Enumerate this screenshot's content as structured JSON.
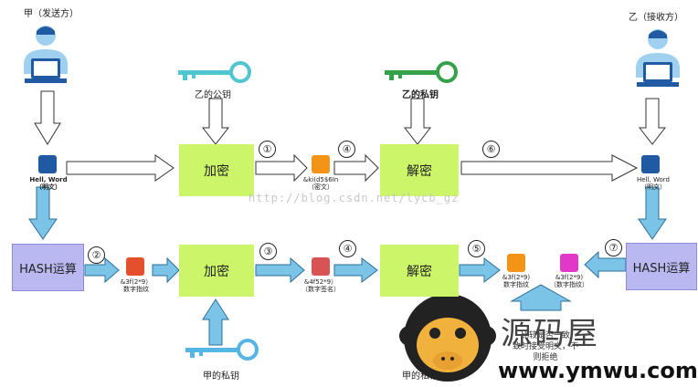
{
  "sender_label": "甲（发送方）",
  "receiver_label": "乙（接收方）",
  "public_key_label": "乙的公钥",
  "private_key_b_label": "乙的私钥",
  "private_key_a_label": "甲的私钥",
  "encrypt_label": "加密",
  "decrypt_label": "解密",
  "hash_label": "HASH运算",
  "plaintext_left": {
    "line1": "Hell, Word",
    "line2": "（明文）"
  },
  "plaintext_right": {
    "line1": "Hell, Word",
    "line2": "（明文）"
  },
  "ciphertext": {
    "line1": "&ki(d5$6In",
    "line2": "（密文）"
  },
  "digest_1": {
    "line1": "&3f(2*9）",
    "line2": "数字指纹"
  },
  "signature": {
    "line1": "&4f52*9）",
    "line2": "（数字签名）"
  },
  "digest_2": {
    "line1": "&3f(2*9)",
    "line2": "数字指纹"
  },
  "digest_3": {
    "line1": "&3f(2*9)",
    "line2": "（数字指纹）"
  },
  "steps": [
    "①",
    "②",
    "③",
    "④",
    "④",
    "⑤",
    "⑥",
    "⑦"
  ],
  "watermark": "http://blog.csdn.net/lycb_gz",
  "overlay_text": {
    "line1": "比较是否一致",
    "line2": "致时接受明文，不",
    "line3": "则拒绝"
  },
  "site_brand": "源码屋",
  "site_url": "www.ymwu.com",
  "colors": {
    "green_box": "#ccf56a",
    "hash_box": "#b9b8f0",
    "arrow_blue": "#7cc3e8",
    "key_cyan": "#4fc6d0",
    "key_green": "#35a24a",
    "key_blue": "#55b5e5",
    "icon_navy": "#1f5aa3",
    "icon_orange": "#f39417",
    "icon_red": "#d85353",
    "icon_magenta": "#e238c8"
  }
}
